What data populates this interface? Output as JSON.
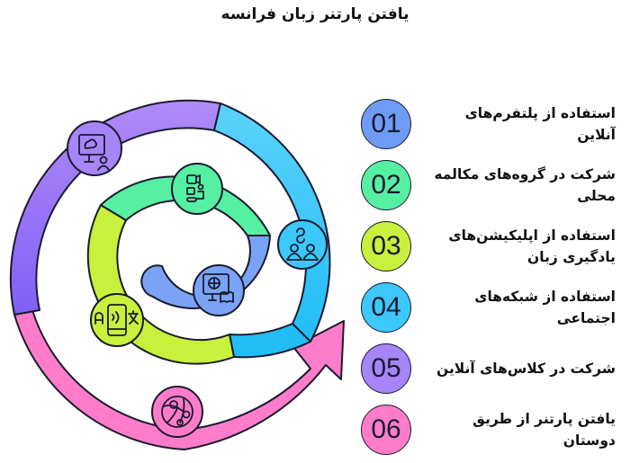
{
  "title": "یافتن پارتنر زبان فرانسه",
  "steps": [
    {
      "number": "01",
      "label": "استفاده از پلتفرم‌های آنلاین",
      "color": "#6e9cf5",
      "icon": "computer-globe-book-icon"
    },
    {
      "number": "02",
      "label": "شرکت در گروه‌های مکالمه محلی",
      "color": "#4ff0a0",
      "icon": "video-chat-person-icon"
    },
    {
      "number": "03",
      "label": "استفاده از اپلیکیشن‌های یادگیری زبان",
      "color": "#c8f03c",
      "icon": "phone-translate-icon"
    },
    {
      "number": "04",
      "label": "استفاده از شبکه‌های اجتماعی",
      "color": "#3cc8fa",
      "icon": "people-connect-icon"
    },
    {
      "number": "05",
      "label": "شرکت در کلاس‌های آنلاین",
      "color": "#a07cf5",
      "icon": "online-class-teacher-icon"
    },
    {
      "number": "06",
      "label": "یافتن پارتنر از طریق دوستان",
      "color": "#ff78c8",
      "icon": "global-network-icon"
    }
  ]
}
